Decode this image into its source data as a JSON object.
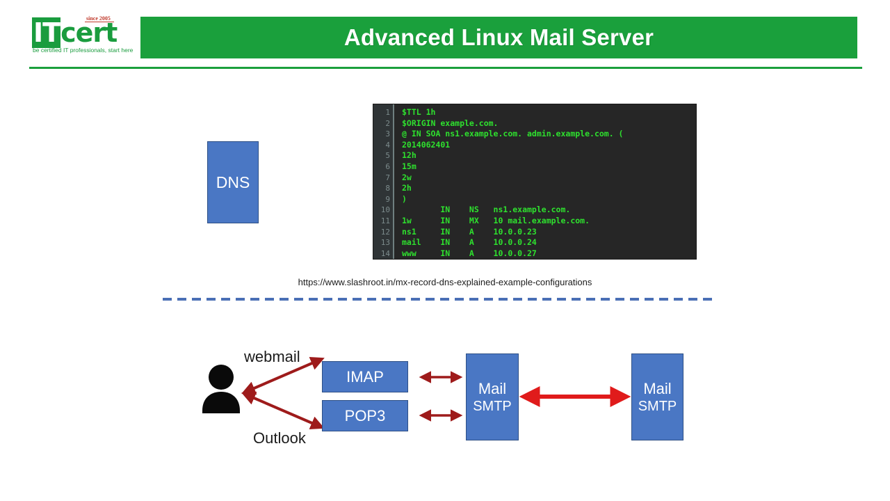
{
  "header": {
    "logo": {
      "name": "ITcert",
      "it_part": "IT",
      "cert_part": "cert",
      "since": "since 2005",
      "tagline": "be certified IT professionals, start here"
    },
    "title": "Advanced Linux Mail Server",
    "banner_color": "#1aa03c",
    "rule_color": "#1aa03c"
  },
  "dns": {
    "label": "DNS",
    "box_color": "#4a77c4",
    "border_color": "#2d4f85"
  },
  "terminal": {
    "background": "#262626",
    "text_color": "#2ee02e",
    "gutter_color": "#7c8b8c",
    "line_numbers": [
      "1",
      "2",
      "3",
      "4",
      "5",
      "6",
      "7",
      "8",
      "9",
      "10",
      "11",
      "12",
      "13",
      "14"
    ],
    "lines": [
      "$TTL 1h",
      "$ORIGIN example.com.",
      "@ IN SOA ns1.example.com. admin.example.com. (",
      "2014062401",
      "12h",
      "15m",
      "2w",
      "2h",
      ")",
      "        IN    NS   ns1.example.com.",
      "1w      IN    MX   10 mail.example.com.",
      "ns1     IN    A    10.0.0.23",
      "mail    IN    A    10.0.0.24",
      "www     IN    A    10.0.0.27"
    ]
  },
  "source_url": "https://www.slashroot.in/mx-record-dns-explained-example-configurations",
  "divider": {
    "color": "#4a6fb5",
    "style": "dashed"
  },
  "diagram": {
    "user_icon": "person-icon",
    "labels": {
      "webmail": "webmail",
      "outlook": "Outlook"
    },
    "boxes": [
      {
        "id": "imap",
        "label": "IMAP",
        "sublabel": ""
      },
      {
        "id": "pop3",
        "label": "POP3",
        "sublabel": ""
      },
      {
        "id": "mail_smtp_1",
        "label": "Mail",
        "sublabel": "SMTP"
      },
      {
        "id": "mail_smtp_2",
        "label": "Mail",
        "sublabel": "SMTP"
      }
    ],
    "arrow_color_dark": "#9e1b1b",
    "arrow_color_bright": "#e01b1b",
    "box_color": "#4a77c4",
    "box_border_color": "#2d4f85"
  }
}
